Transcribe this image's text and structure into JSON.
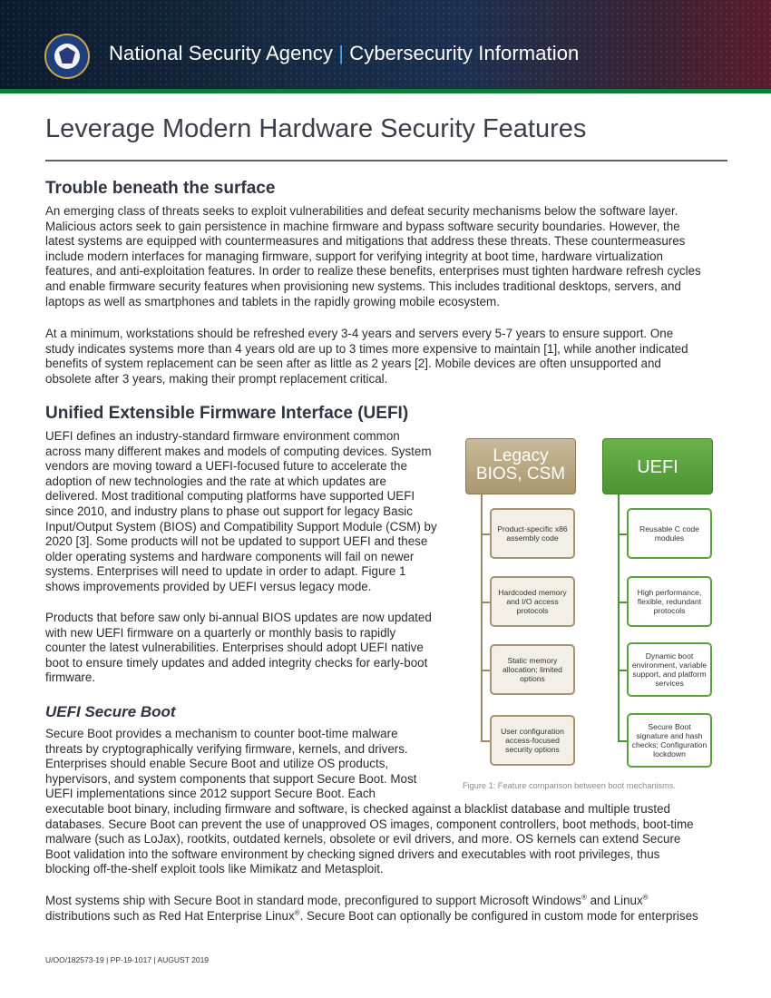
{
  "banner": {
    "org": "National Security Agency",
    "separator": "|",
    "section": "Cybersecurity Information"
  },
  "document": {
    "title": "Leverage Modern Hardware Security Features"
  },
  "section1": {
    "heading": "Trouble beneath the surface",
    "para1": [
      "An emerging class of threats seeks to exploit vulnerabilities and defeat security mechanisms below the software layer.",
      "Malicious actors seek to gain persistence in machine firmware and bypass software security boundaries. However, the",
      "latest systems are equipped with countermeasures and mitigations that address these threats. These countermeasures",
      "include modern interfaces for managing firmware, support for verifying integrity at boot time, hardware virtualization",
      "features, and anti-exploitation features. In order to realize these benefits, enterprises must tighten hardware refresh cycles",
      "and enable firmware security features when provisioning new systems. This includes traditional desktops, servers, and",
      "laptops as well as smartphones and tablets in the rapidly growing mobile ecosystem."
    ],
    "para2": [
      "At a minimum, workstations should be refreshed every 3-4 years and servers every 5-7 years to ensure support. One",
      "study indicates systems more than 4 years old are up to 3 times more expensive to maintain [1], while another indicated",
      "benefits of system replacement can be seen after as little as 2 years [2]. Mobile devices are often unsupported and",
      "obsolete after 3 years, making their prompt replacement critical."
    ]
  },
  "section2": {
    "heading": "Unified Extensible Firmware Interface (UEFI)",
    "para1": [
      "UEFI defines an industry-standard firmware environment common",
      "across many different makes and models of computing devices. System",
      "vendors are moving toward a UEFI-focused future to accelerate the",
      "adoption of new technologies and the rate at which updates are",
      "delivered. Most traditional computing platforms have supported UEFI",
      "since 2010, and industry plans to phase out support for legacy Basic",
      "Input/Output System (BIOS) and Compatibility Support Module (CSM) by",
      "2020 [3]. Some products will not be updated to support UEFI and these",
      "older operating systems and hardware components will fail on newer",
      "systems. Enterprises will need to update in order to adapt. Figure 1",
      "shows improvements provided by UEFI versus legacy mode."
    ],
    "para2": [
      "Products that before saw only bi-annual BIOS updates are now updated",
      "with new UEFI firmware on a quarterly or monthly basis to rapidly",
      "counter the latest vulnerabilities. Enterprises should adopt UEFI native",
      "boot to ensure timely updates and added integrity checks for early-boot",
      "firmware."
    ]
  },
  "section3": {
    "heading": "UEFI Secure Boot",
    "para1": [
      "Secure Boot provides a mechanism to counter boot-time malware",
      "threats by cryptographically verifying firmware, kernels, and drivers.",
      "Enterprises should enable Secure Boot and utilize OS products,",
      "hypervisors, and system components that support Secure Boot. Most",
      "UEFI implementations since 2012 support Secure Boot. Each",
      "executable boot binary, including firmware and software, is checked against a blacklist database and multiple trusted",
      "databases. Secure Boot can prevent the use of unapproved OS images, component controllers, boot methods, boot-time",
      "malware (such as LoJax), rootkits, outdated kernels, obsolete or evil drivers, and more. OS kernels can extend Secure",
      "Boot validation into the software environment by checking signed drivers and executables with root privileges, thus",
      "blocking off-the-shelf exploit tools like Mimikatz and Metasploit."
    ],
    "para2": {
      "line1_a": "Most systems ship with Secure Boot in standard mode, preconfigured to support Microsoft Windows",
      "line1_b": " and Linux",
      "line2_a": "distributions such as Red Hat Enterprise Linux",
      "line2_b": ". Secure Boot can optionally be configured in custom mode for enterprises",
      "reg": "®"
    }
  },
  "figure": {
    "legacy_header_line1": "Legacy",
    "legacy_header_line2": "BIOS, CSM",
    "uefi_header": "UEFI",
    "legacy_items": [
      "Product-specific x86 assembly code",
      "Hardcoded memory and I/O access protocols",
      "Static memory allocation; limited options",
      "User configuration access-focused security options"
    ],
    "uefi_items": [
      "Reusable C code modules",
      "High performance, flexible, redundant protocols",
      "Dynamic boot environment, variable support, and platform services",
      "Secure Boot signature and hash checks; Configuration lockdown"
    ],
    "caption": "Figure 1: Feature comparison between boot mechanisms.",
    "colors": {
      "legacy": "#a8966f",
      "uefi": "#4a9432"
    }
  },
  "footer": {
    "text": "U/OO/182573-19 | PP-19-1017 | AUGUST 2019"
  }
}
